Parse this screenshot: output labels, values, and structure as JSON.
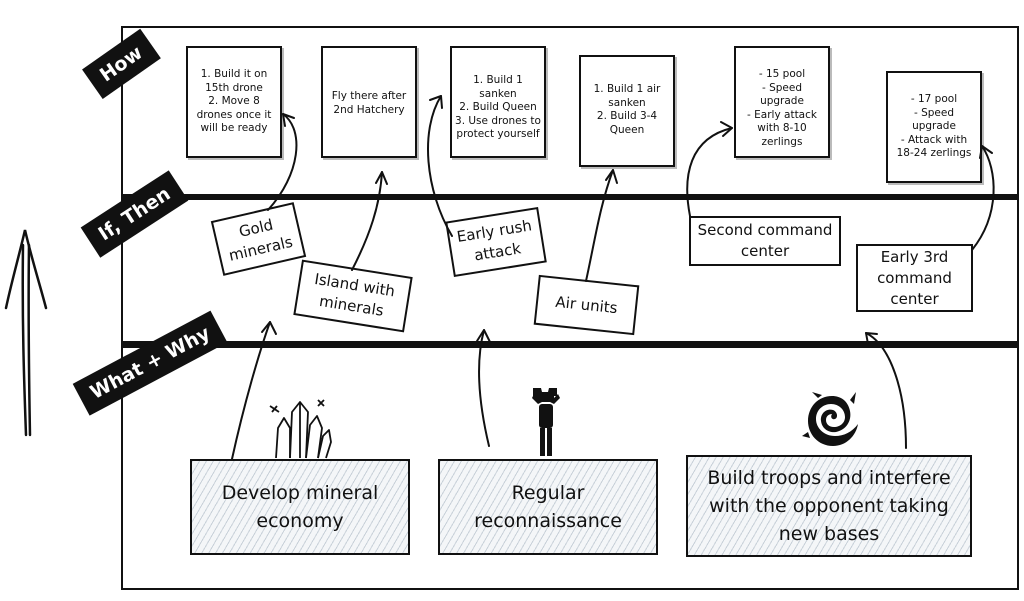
{
  "rows": {
    "how": "How",
    "if_then": "If, Then",
    "what_why": "What + Why"
  },
  "how_cards": [
    "1. Build it on\n15th drone\n2. Move 8\ndrones once it\nwill be ready",
    "Fly there after\n2nd Hatchery",
    "1. Build 1 sanken\n2. Build Queen\n3. Use drones to\nprotect yourself",
    "1. Build 1 air\nsanken\n2. Build 3-4\nQueen",
    "- 15 pool\n- Speed upgrade\n- Early attack\nwith 8-10\nzerlings",
    "- 17 pool\n- Speed upgrade\n- Attack with\n18-24 zerlings"
  ],
  "conditions": [
    "Gold\nminerals",
    "Island with\nminerals",
    "Early rush\nattack",
    "Air units",
    "Second command\ncenter",
    "Early 3rd\ncommand\ncenter"
  ],
  "goals": [
    "Develop mineral\neconomy",
    "Regular\nreconnaissance",
    "Build troops and interfere\nwith the opponent taking\nnew bases"
  ],
  "icons": [
    "crystals-icon",
    "binoculars-person-icon",
    "zerg-swarm-icon",
    "up-arrow-icon"
  ],
  "colors": {
    "ink": "#111111",
    "hatch": "#8ca0b4"
  }
}
